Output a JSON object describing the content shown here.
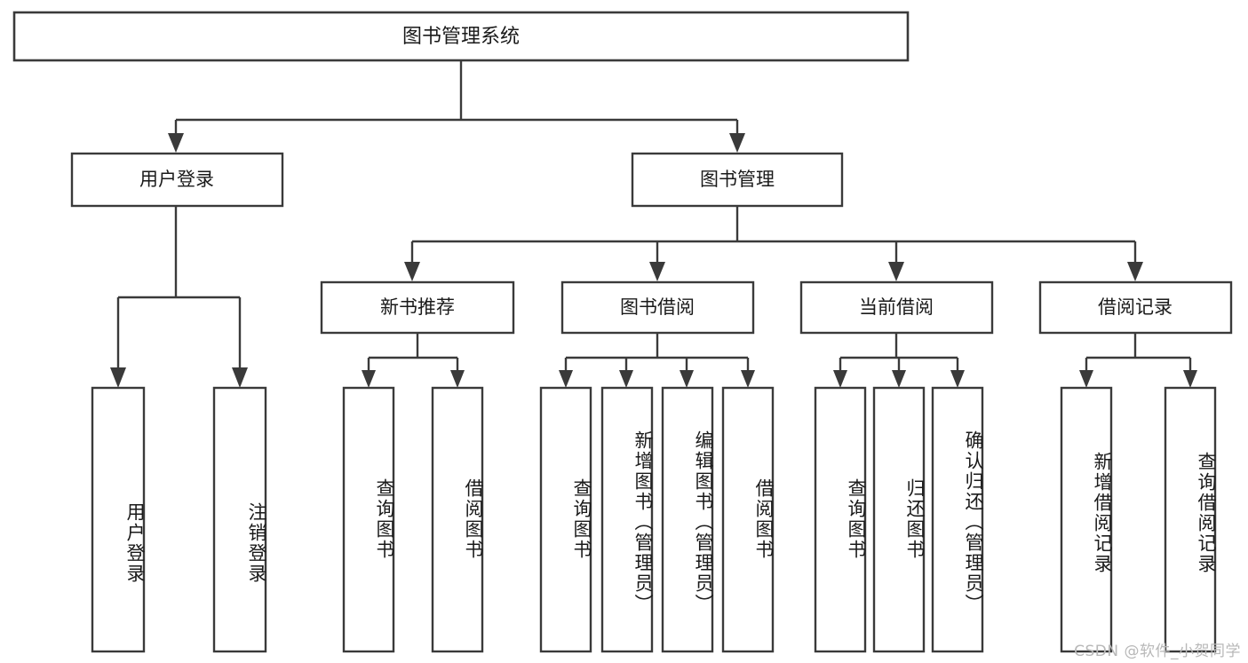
{
  "diagram": {
    "title": "图书管理系统",
    "type": "tree-hierarchy",
    "orientation": "top-down",
    "root": {
      "label": "图书管理系统"
    },
    "level2": [
      {
        "label": "用户登录"
      },
      {
        "label": "图书管理"
      }
    ],
    "level3": [
      {
        "label": "新书推荐"
      },
      {
        "label": "图书借阅"
      },
      {
        "label": "当前借阅"
      },
      {
        "label": "借阅记录"
      }
    ],
    "leaves": {
      "user_login": [
        {
          "label": "用户登录"
        },
        {
          "label": "注销登录"
        }
      ],
      "new_book_recommend": [
        {
          "label": "查询图书"
        },
        {
          "label": "借阅图书"
        }
      ],
      "book_borrow": [
        {
          "label": "查询图书"
        },
        {
          "label": "新增图书（管理员）"
        },
        {
          "label": "编辑图书（管理员）"
        },
        {
          "label": "借阅图书"
        }
      ],
      "current_borrow": [
        {
          "label": "查询图书"
        },
        {
          "label": "归还图书"
        },
        {
          "label": "确认归还（管理员）"
        }
      ],
      "borrow_record": [
        {
          "label": "新增借阅记录"
        },
        {
          "label": "查询借阅记录"
        }
      ]
    }
  },
  "watermark": {
    "text": "CSDN @软件_小贺同学"
  },
  "colors": {
    "stroke": "#3a3a3a",
    "fill": "#ffffff",
    "text": "#1a1a1a",
    "watermark": "#b8b8b8"
  }
}
